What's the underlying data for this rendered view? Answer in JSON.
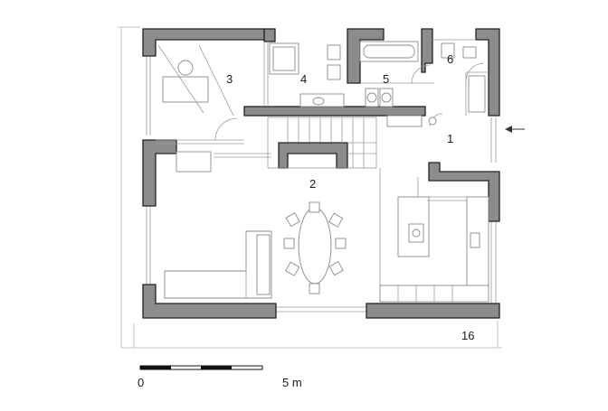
{
  "rooms": [
    {
      "id": "room-1",
      "label": "1"
    },
    {
      "id": "room-2",
      "label": "2"
    },
    {
      "id": "room-3",
      "label": "3"
    },
    {
      "id": "room-4",
      "label": "4"
    },
    {
      "id": "room-5",
      "label": "5"
    },
    {
      "id": "room-6",
      "label": "6"
    }
  ],
  "plan_number": "16",
  "scale_bar": {
    "start_label": "0",
    "end_label": "5 m"
  }
}
